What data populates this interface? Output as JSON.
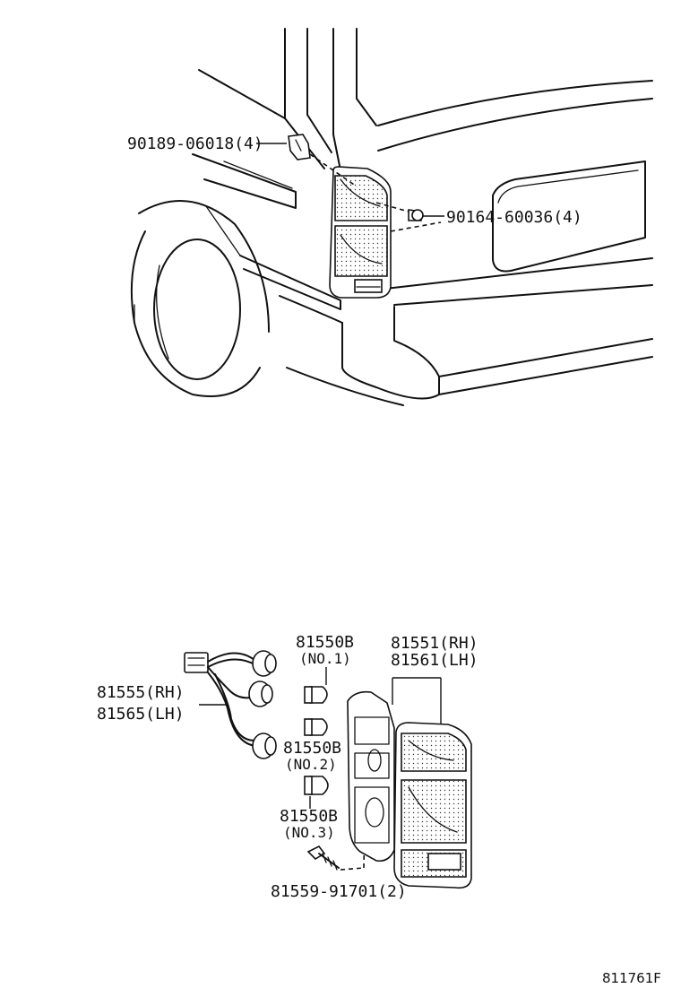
{
  "callouts": {
    "grommet": "90189-06018(4)",
    "screw_upper": "90164-60036(4)",
    "bulb_no1_part": "81550B",
    "bulb_no1_note": "(NO.1)",
    "lens_rh": "81551(RH)",
    "lens_lh": "81561(LH)",
    "socket_rh": "81555(RH)",
    "socket_lh": "81565(LH)",
    "bulb_no2_part": "81550B",
    "bulb_no2_note": "(NO.2)",
    "bulb_no3_part": "81550B",
    "bulb_no3_note": "(NO.3)",
    "screw_lower": "81559-91701(2)"
  },
  "diagram_code": "811761F",
  "colors": {
    "ink": "#111111",
    "paper": "#ffffff"
  }
}
